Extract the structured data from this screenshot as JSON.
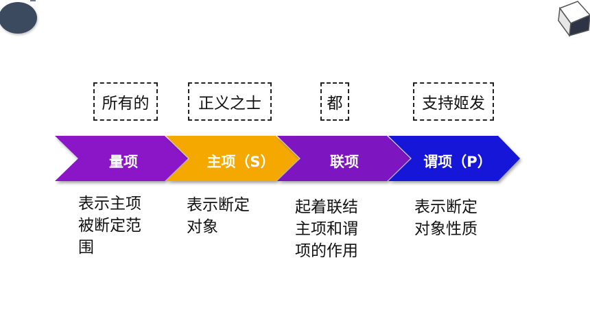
{
  "quantifiers": {
    "box1": "所有的",
    "box2": "正义之士",
    "box3": "都",
    "box4": "支持姬发"
  },
  "terms": [
    {
      "label": "量项",
      "color": "#8a16c8"
    },
    {
      "label": "主项（S）",
      "color": "#f5a800"
    },
    {
      "label": "联项",
      "color": "#7d12c0"
    },
    {
      "label": "谓项（P）",
      "color": "#1414d8"
    }
  ],
  "descriptions": {
    "d1": "表示主项被断定范围",
    "d2": "表示断定对象",
    "d3": "起着联结主项和谓项的作用",
    "d4": "表示断定对象性质"
  }
}
